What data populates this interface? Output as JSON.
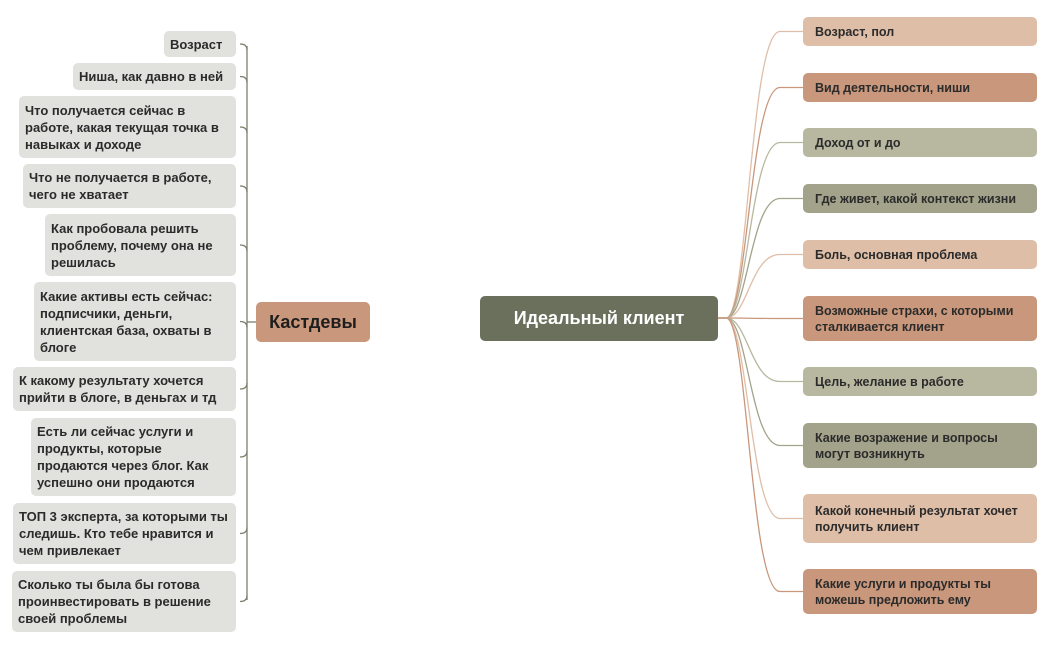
{
  "central": {
    "label": "Идеальный клиент",
    "color": "#6b705c"
  },
  "branch": {
    "label": "Кастдевы",
    "color": "#c9977b"
  },
  "left_items": [
    {
      "label": "Возраст"
    },
    {
      "label": "Ниша, как давно в ней"
    },
    {
      "label": "Что получается сейчас в работе, какая текущая точка в навыках и доходе"
    },
    {
      "label": "Что не получается в работе, чего не хватает"
    },
    {
      "label": "Как пробовала решить проблему, почему она не решилась"
    },
    {
      "label": "Какие активы есть сейчас: подписчики, деньги, клиентская база, охваты в блоге"
    },
    {
      "label": "К какому результату хочется прийти в блоге, в деньгах и тд"
    },
    {
      "label": "Есть ли сейчас услуги и продукты, которые продаются через блог. Как успешно они продаются"
    },
    {
      "label": "ТОП 3 эксперта, за которыми ты следишь. Кто тебе нравится и чем привлекает"
    },
    {
      "label": "Сколько ты была бы готова проинвестировать в решение своей проблемы"
    }
  ],
  "right_items": [
    {
      "label": "Возраст, пол",
      "color": "#dfbea7"
    },
    {
      "label": "Вид деятельности, ниши",
      "color": "#c9977b"
    },
    {
      "label": "Доход от и до",
      "color": "#b8b8a1"
    },
    {
      "label": "Где живет, какой контекст жизни",
      "color": "#a3a38b"
    },
    {
      "label": "Боль, основная проблема",
      "color": "#dfbea7"
    },
    {
      "label": "Возможные страхи, с которыми сталкивается клиент",
      "color": "#c9977b"
    },
    {
      "label": "Цель, желание в работе",
      "color": "#b8b8a1"
    },
    {
      "label": "Какие возражение и вопросы могут возникнуть",
      "color": "#a3a38b"
    },
    {
      "label": "Какой конечный результат хочет получить клиент",
      "color": "#dfbea7"
    },
    {
      "label": "Какие услуги и продукты ты можешь предложить ему",
      "color": "#c9977b"
    }
  ],
  "left_connector_color": "#7d7f6e"
}
